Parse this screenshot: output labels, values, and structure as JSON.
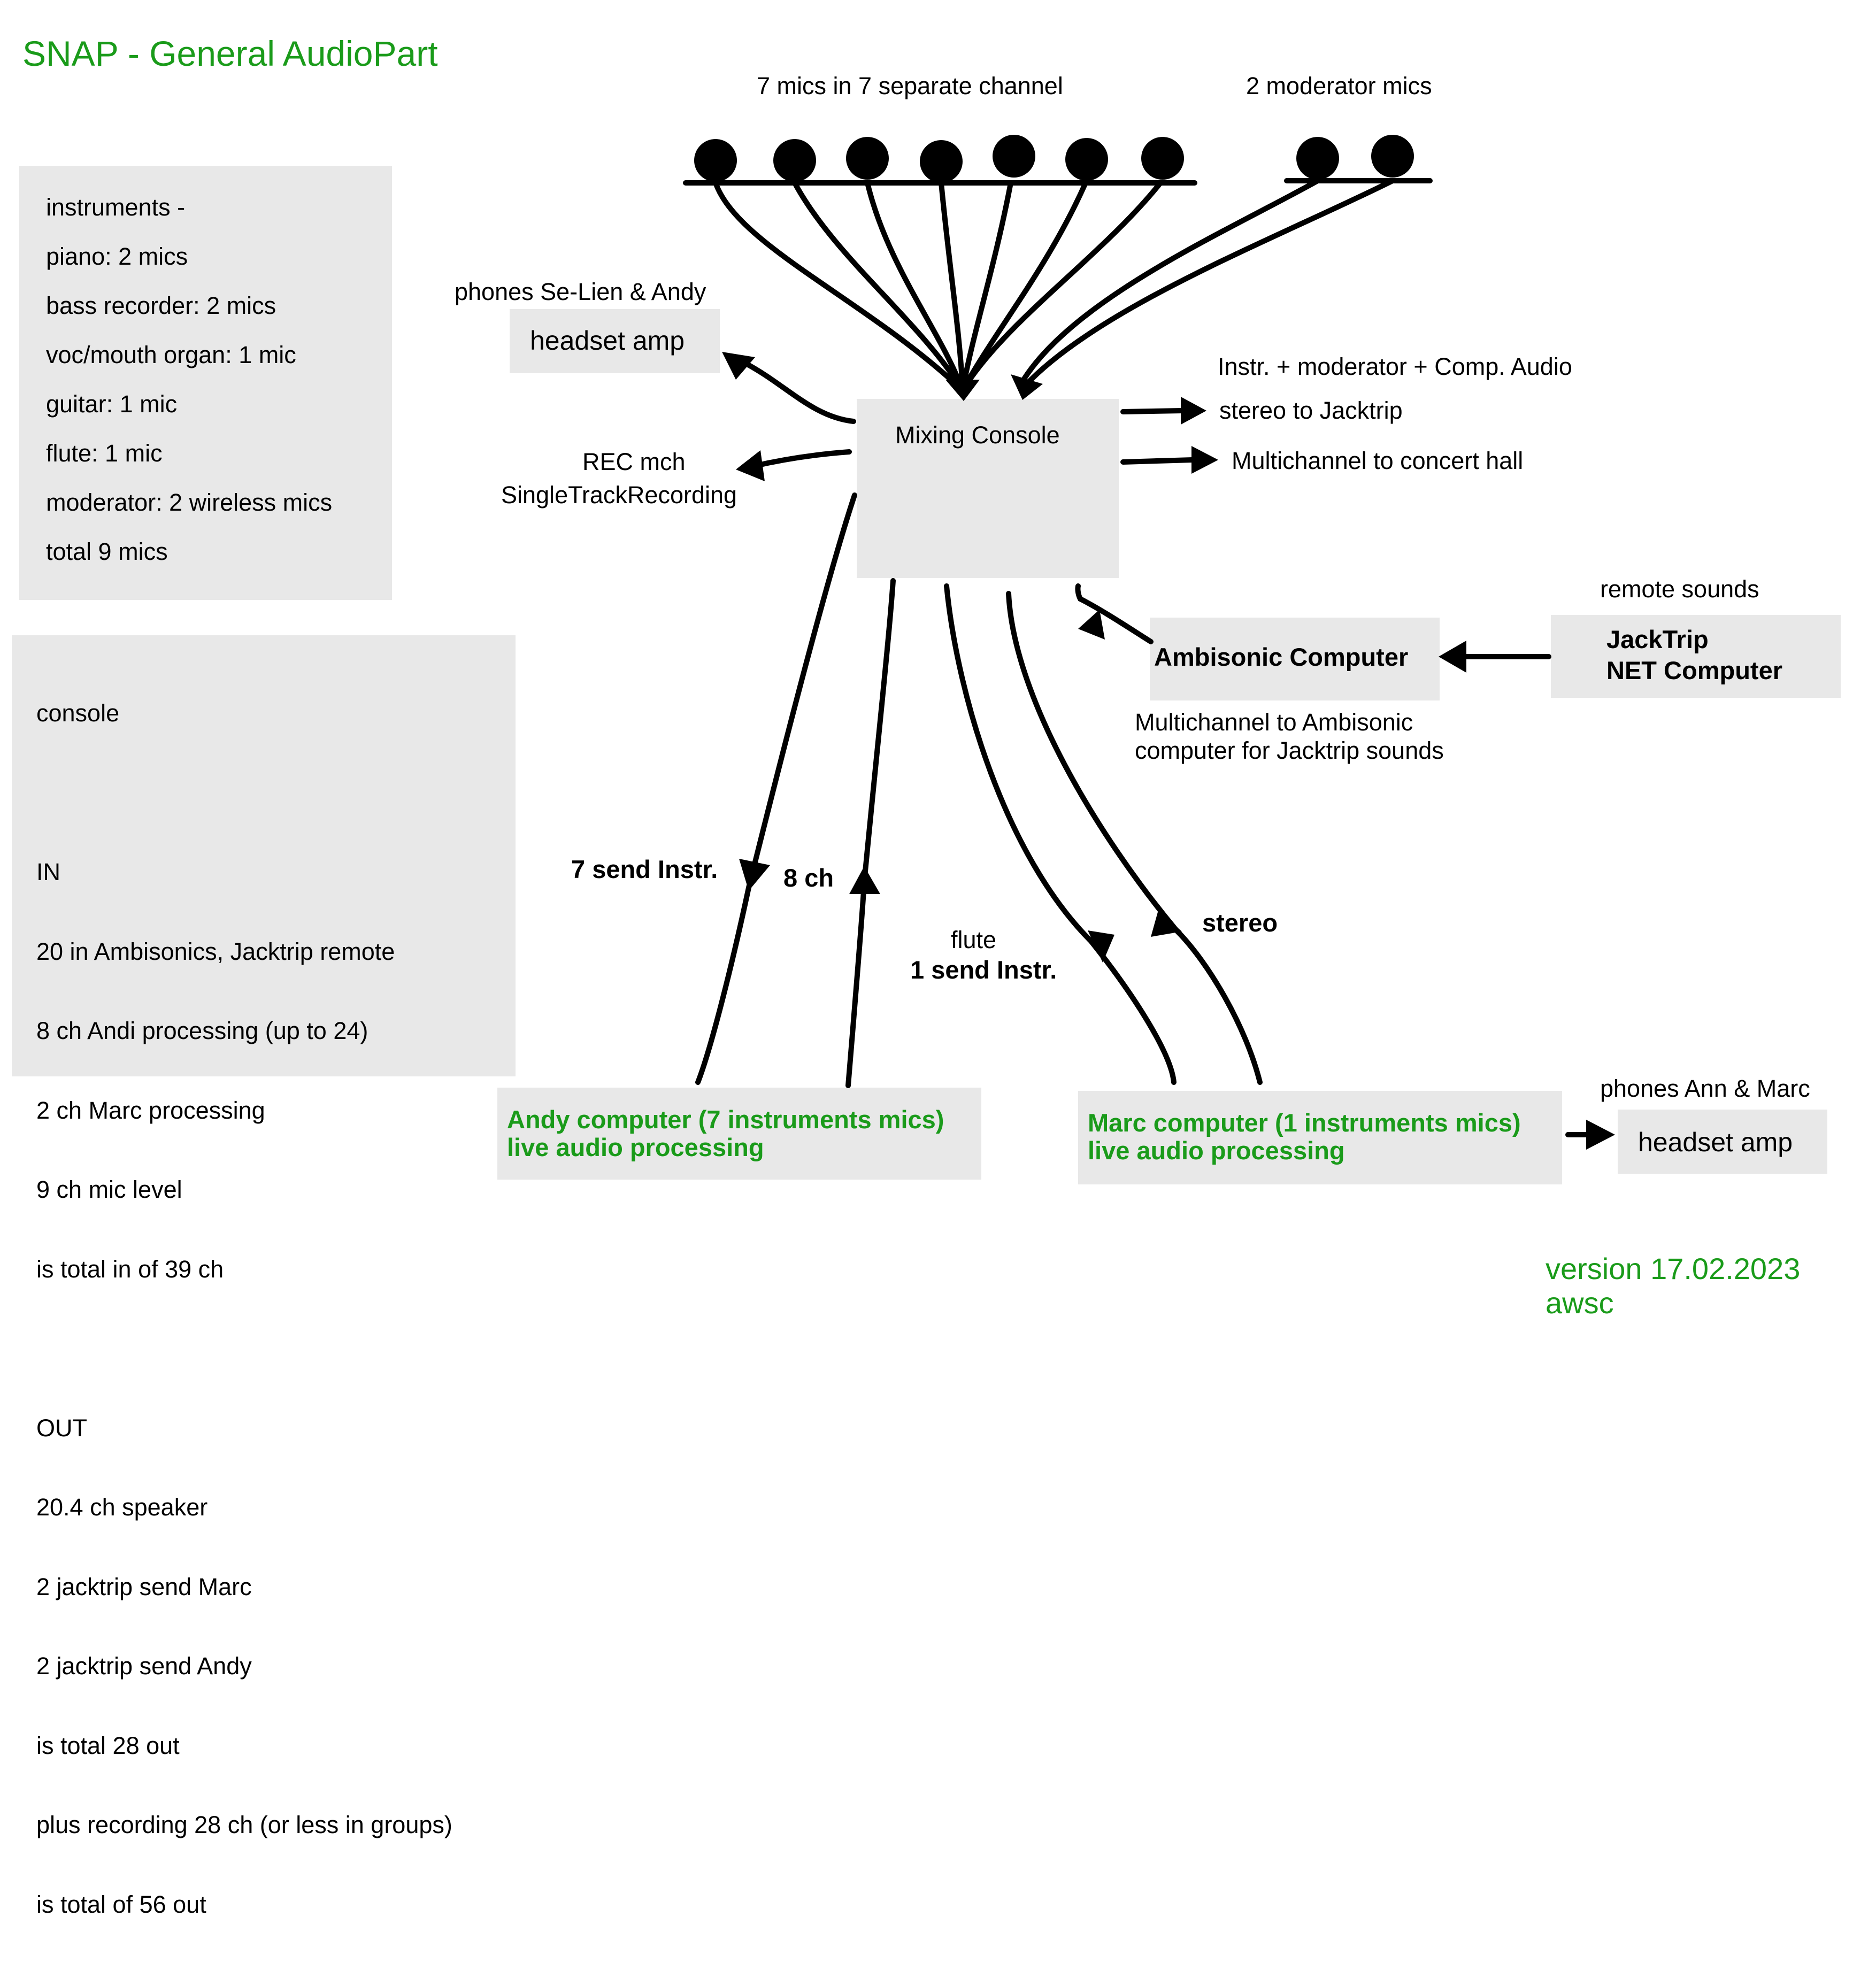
{
  "title": "SNAP - General AudioPart",
  "version": "version 17.02.2023",
  "author": "awsc",
  "mics": {
    "instrument_label": "7 mics in 7 separate channel",
    "moderator_label": "2 moderator mics"
  },
  "instruments_box": {
    "lines": [
      "instruments -",
      "piano: 2 mics",
      "bass recorder: 2 mics",
      "voc/mouth organ: 1 mic",
      "guitar: 1 mic",
      "flute: 1 mic",
      "moderator: 2 wireless mics",
      "total 9 mics"
    ]
  },
  "console_box": {
    "lines": [
      "console",
      "",
      "IN",
      "20 in Ambisonics, Jacktrip remote",
      "8 ch Andi processing (up to 24)",
      "2 ch Marc processing",
      "9 ch mic level",
      "is total in of 39 ch",
      "",
      "OUT",
      "20.4 ch speaker",
      "2 jacktrip send Marc",
      "2 jacktrip send Andy",
      "is total 28 out",
      "plus recording 28 ch (or less in groups)",
      "is total of 56 out"
    ]
  },
  "mixing_console": {
    "label": "Mixing Console"
  },
  "headset_left": {
    "caption": "phones Se-Lien & Andy",
    "label": "headset amp"
  },
  "rec": {
    "line1": "REC mch",
    "line2": "SingleTrackRecording"
  },
  "outputs": {
    "caption": "Instr. + moderator + Comp. Audio",
    "stereo": "stereo to Jacktrip",
    "multichannel": "Multichannel to concert hall"
  },
  "ambisonic": {
    "label": "Ambisonic Computer",
    "caption_line1": "Multichannel to Ambisonic",
    "caption_line2": "computer for Jacktrip sounds"
  },
  "jacktrip": {
    "caption": "remote sounds",
    "line1": "JackTrip",
    "line2": "NET Computer"
  },
  "andy": {
    "line1": "Andy computer (7 instruments mics)",
    "line2": "live audio processing",
    "send_label": "7 send Instr.",
    "return_label": "8 ch"
  },
  "marc": {
    "line1": "Marc computer (1 instruments mics)",
    "line2": "live audio processing",
    "send_label_top": "flute",
    "send_label_bottom": "1 send Instr.",
    "return_label": "stereo"
  },
  "headset_right": {
    "caption": "phones Ann & Marc",
    "label": "headset amp"
  },
  "colors": {
    "green": "#1a9b1a",
    "box": "#e8e8e8",
    "line": "#000000"
  }
}
